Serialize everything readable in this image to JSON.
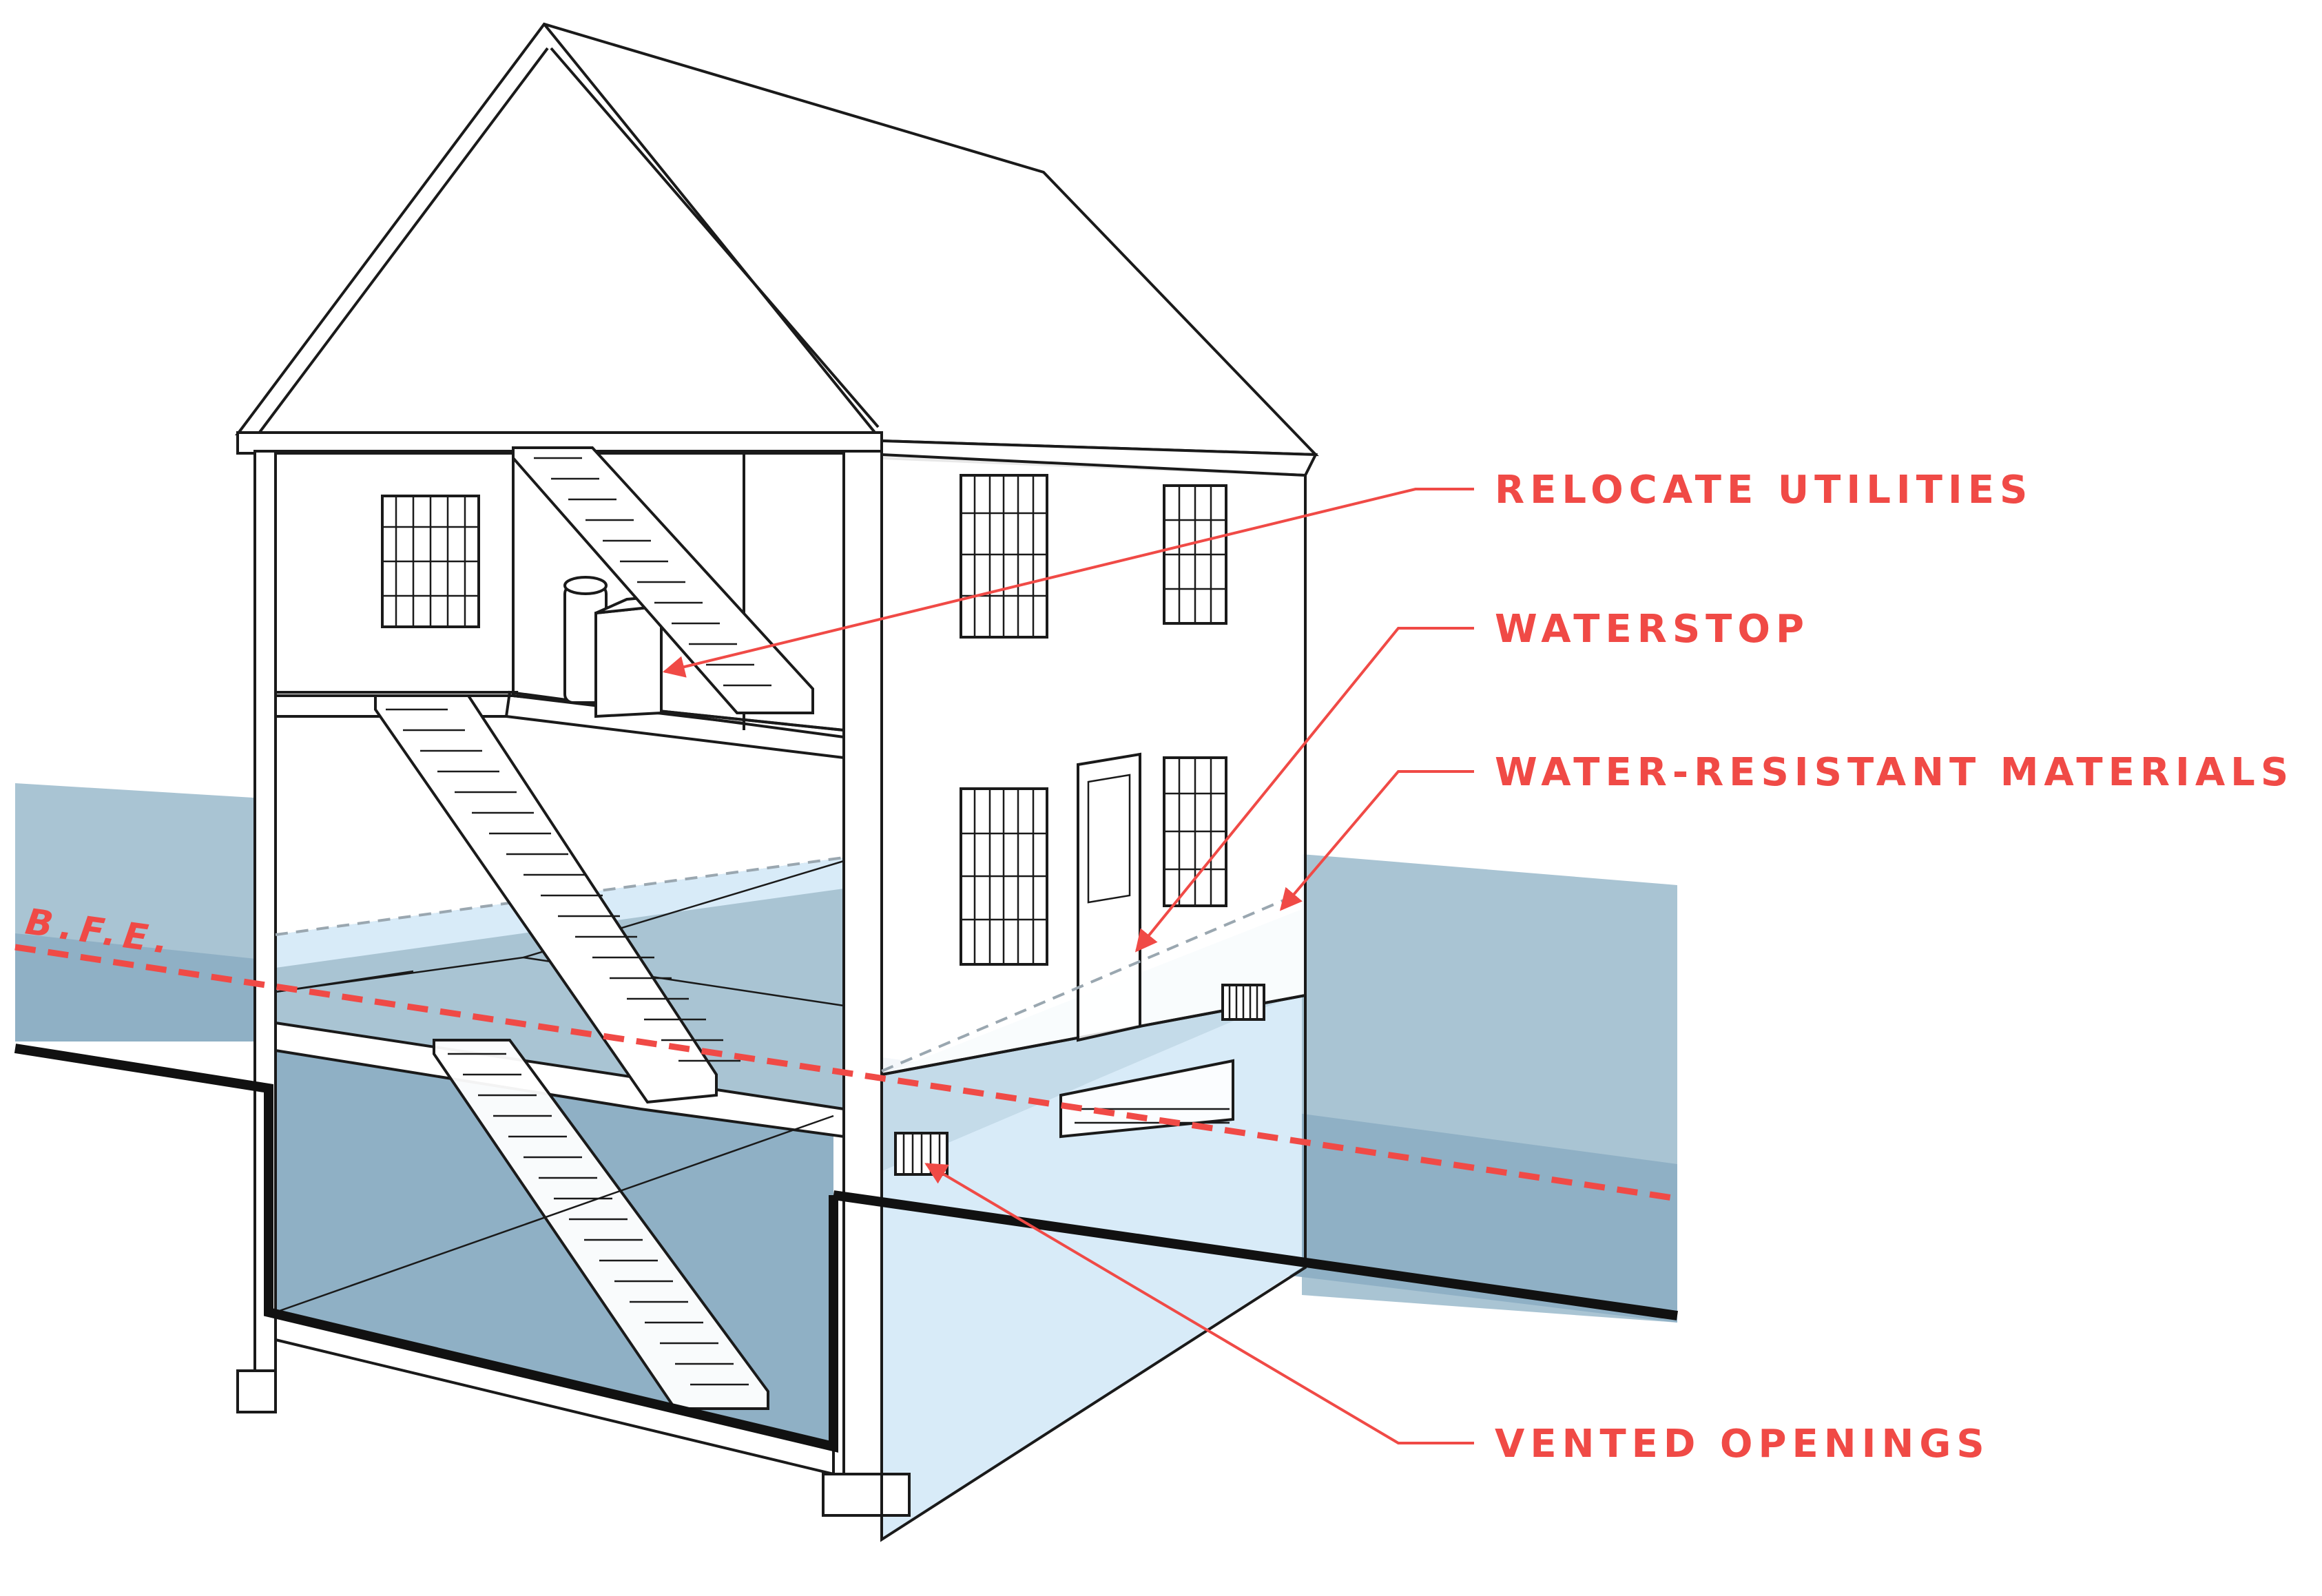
{
  "diagram": {
    "bfe_label": "B.F.E.",
    "callouts": {
      "relocate_utilities": "RELOCATE UTILITIES",
      "waterstop": "WATERSTOP",
      "water_resistant_materials": "WATER-RESISTANT MATERIALS",
      "vented_openings": "VENTED OPENINGS"
    },
    "colors": {
      "accent_red": "#f04a46",
      "flood_water_light": "#a9c4d3",
      "flood_water_dark": "#8fb0c5",
      "interior_wash": "#d8ebf8",
      "outline": "#1a1a1a",
      "background": "#ffffff"
    }
  }
}
